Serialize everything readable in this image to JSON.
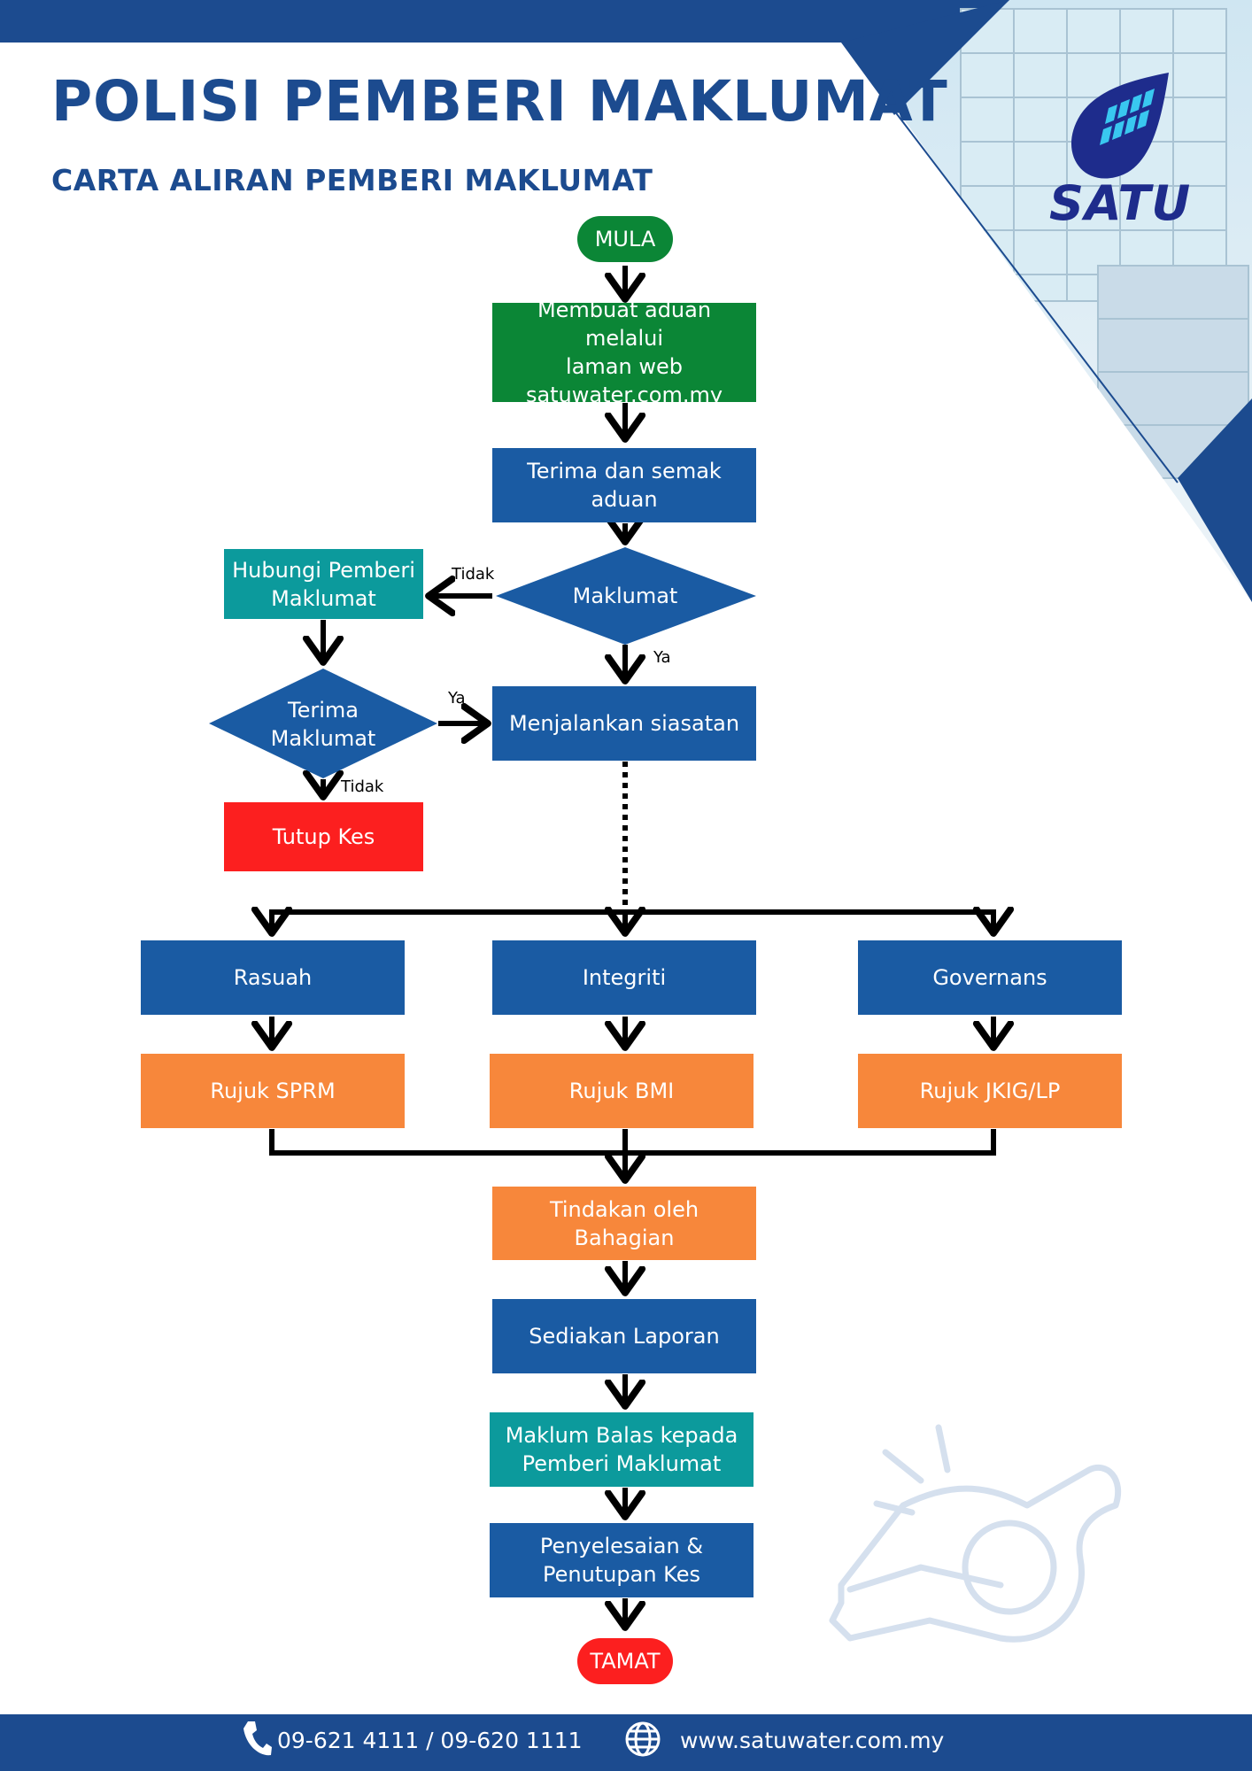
{
  "header": {
    "title": "POLISI PEMBERI MAKLUMAT",
    "subtitle": "CARTA ALIRAN PEMBERI MAKLUMAT",
    "logo_text": "SATU"
  },
  "flowchart": {
    "start": "MULA",
    "step_complaint": "Membuat aduan melalui\nlaman web\nsatuwater.com.my",
    "step_receive": "Terima dan semak aduan",
    "decision_info": "Maklumat",
    "label_no_1": "Tidak",
    "label_yes_1": "Ya",
    "step_contact": "Hubungi Pemberi\nMaklumat",
    "decision_receive": "Terima\nMaklumat",
    "label_yes_2": "Ya",
    "label_no_2": "Tidak",
    "step_close": "Tutup Kes",
    "step_investigate": "Menjalankan siasatan",
    "category_rasuah": "Rasuah",
    "category_integriti": "Integriti",
    "category_governans": "Governans",
    "refer_sprm": "Rujuk SPRM",
    "refer_bmi": "Rujuk BMI",
    "refer_jkig": "Rujuk JKIG/LP",
    "step_action": "Tindakan oleh Bahagian",
    "step_report": "Sediakan Laporan",
    "step_feedback": "Maklum Balas kepada\nPemberi Maklumat",
    "step_resolve": "Penyelesaian &\nPenutupan Kes",
    "end": "TAMAT"
  },
  "footer": {
    "phone": "09-621 4111 / 09-620 1111",
    "website": "www.satuwater.com.my"
  },
  "colors": {
    "brand_blue": "#1c4b8f",
    "box_blue": "#1a5ba3",
    "green": "#0b8636",
    "teal": "#0c9a9c",
    "orange": "#f7873b",
    "red": "#fc1f1f"
  },
  "icons": [
    "phone-icon",
    "globe-icon",
    "whistle-icon",
    "satu-logo"
  ]
}
